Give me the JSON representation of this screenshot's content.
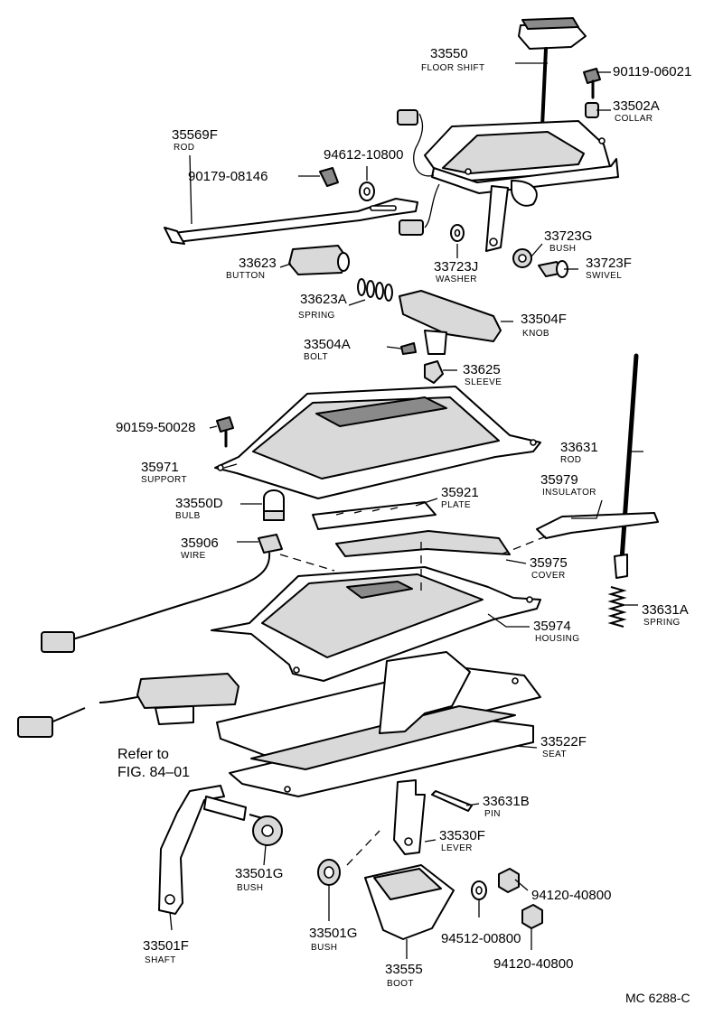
{
  "parts": [
    {
      "id": "p33550",
      "number": "33550",
      "name": "FLOOR SHIFT"
    },
    {
      "id": "p90119",
      "number": "90119-06021",
      "name": ""
    },
    {
      "id": "p33502a",
      "number": "33502A",
      "name": "COLLAR"
    },
    {
      "id": "p35569f",
      "number": "35569F",
      "name": "ROD"
    },
    {
      "id": "p94612",
      "number": "94612-10800",
      "name": ""
    },
    {
      "id": "p90179",
      "number": "90179-08146",
      "name": ""
    },
    {
      "id": "p33723g",
      "number": "33723G",
      "name": "BUSH"
    },
    {
      "id": "p33623",
      "number": "33623",
      "name": "BUTTON"
    },
    {
      "id": "p33723j",
      "number": "33723J",
      "name": "WASHER"
    },
    {
      "id": "p33723f",
      "number": "33723F",
      "name": "SWIVEL"
    },
    {
      "id": "p33623a",
      "number": "33623A",
      "name": "SPRING"
    },
    {
      "id": "p33504f",
      "number": "33504F",
      "name": "KNOB"
    },
    {
      "id": "p33504a",
      "number": "33504A",
      "name": "BOLT"
    },
    {
      "id": "p33625",
      "number": "33625",
      "name": "SLEEVE"
    },
    {
      "id": "p90159",
      "number": "90159-50028",
      "name": ""
    },
    {
      "id": "p33631",
      "number": "33631",
      "name": "ROD"
    },
    {
      "id": "p35971",
      "number": "35971",
      "name": "SUPPORT"
    },
    {
      "id": "p35979",
      "number": "35979",
      "name": "INSULATOR"
    },
    {
      "id": "p33550d",
      "number": "33550D",
      "name": "BULB"
    },
    {
      "id": "p35921",
      "number": "35921",
      "name": "PLATE"
    },
    {
      "id": "p35906",
      "number": "35906",
      "name": "WIRE"
    },
    {
      "id": "p35975",
      "number": "35975",
      "name": "COVER"
    },
    {
      "id": "p33631a",
      "number": "33631A",
      "name": "SPRING"
    },
    {
      "id": "p35974",
      "number": "35974",
      "name": "HOUSING"
    },
    {
      "id": "p33522f",
      "number": "33522F",
      "name": "SEAT"
    },
    {
      "id": "p33631b",
      "number": "33631B",
      "name": "PIN"
    },
    {
      "id": "p33530f",
      "number": "33530F",
      "name": "LEVER"
    },
    {
      "id": "p33501g1",
      "number": "33501G",
      "name": "BUSH"
    },
    {
      "id": "p94120a",
      "number": "94120-40800",
      "name": ""
    },
    {
      "id": "p33501g2",
      "number": "33501G",
      "name": "BUSH"
    },
    {
      "id": "p94512",
      "number": "94512-00800",
      "name": ""
    },
    {
      "id": "p33501f",
      "number": "33501F",
      "name": "SHAFT"
    },
    {
      "id": "p33555",
      "number": "33555",
      "name": "BOOT"
    },
    {
      "id": "p94120b",
      "number": "94120-40800",
      "name": ""
    }
  ],
  "reference": {
    "line1": "Refer to",
    "line2": "FIG. 84–01"
  },
  "drawing_code": "MC 6288-C"
}
